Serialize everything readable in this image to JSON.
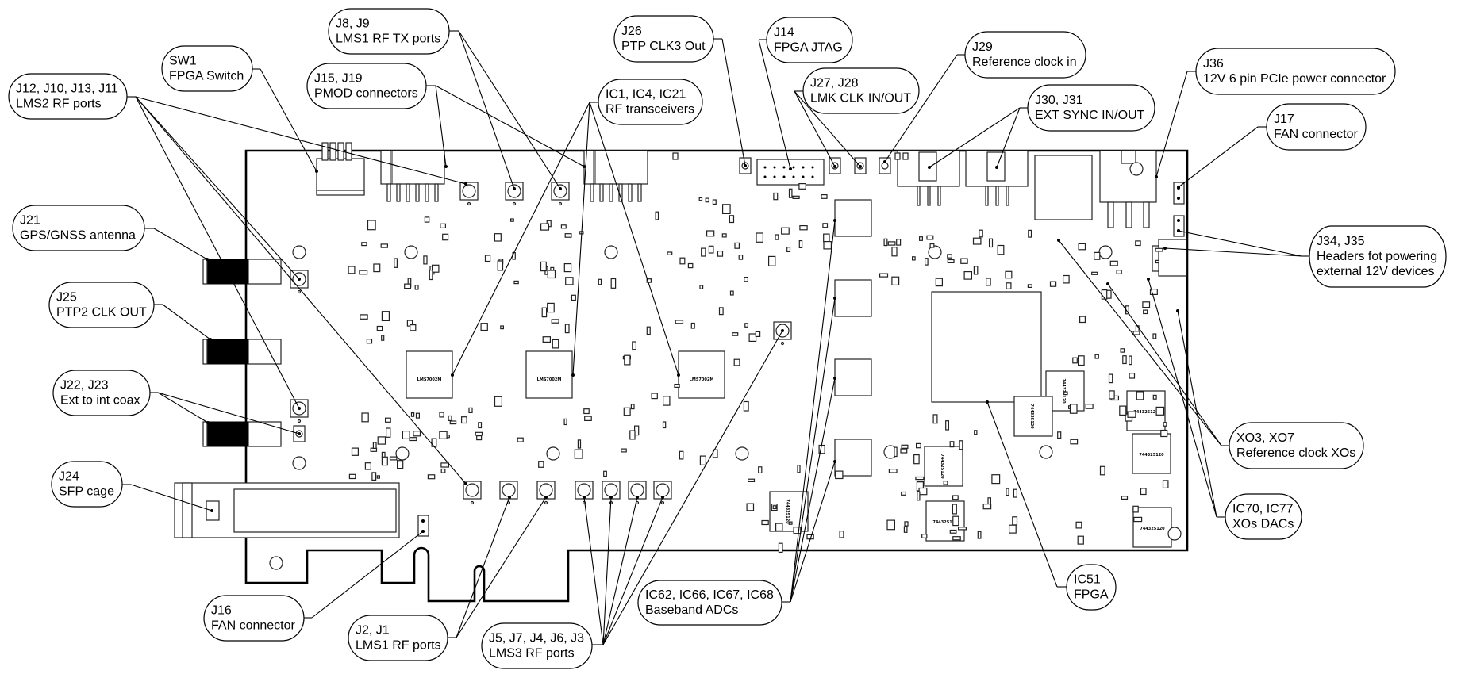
{
  "diagram": {
    "chip_marking_transceiver": "LMS7002M",
    "chip_marking_inductor": "744325120",
    "callouts": [
      {
        "id": "j8-j9",
        "line1": "J8, J9",
        "line2": "LMS1 RF TX ports"
      },
      {
        "id": "sw1",
        "line1": "SW1",
        "line2": "FPGA Switch"
      },
      {
        "id": "j15-j19",
        "line1": "J15, J19",
        "line2": "PMOD connectors"
      },
      {
        "id": "ic1-ic4-ic21",
        "line1": "IC1, IC4, IC21",
        "line2": "RF transceivers"
      },
      {
        "id": "j26",
        "line1": "J26",
        "line2": "PTP CLK3 Out"
      },
      {
        "id": "j14",
        "line1": "J14",
        "line2": "FPGA JTAG"
      },
      {
        "id": "j27-j28",
        "line1": "J27, J28",
        "line2": "LMK CLK IN/OUT"
      },
      {
        "id": "j29",
        "line1": "J29",
        "line2": "Reference clock in"
      },
      {
        "id": "j30-j31",
        "line1": "J30, J31",
        "line2": "EXT SYNC IN/OUT"
      },
      {
        "id": "j36",
        "line1": "J36",
        "line2": "12V 6 pin PCIe power connector"
      },
      {
        "id": "j17",
        "line1": "J17",
        "line2": "FAN connector"
      },
      {
        "id": "j34-j35",
        "line1": "J34, J35",
        "line2": "Headers fot powering",
        "line3": "external 12V devices"
      },
      {
        "id": "xo3-xo7",
        "line1": "XO3, XO7",
        "line2": "Reference clock XOs"
      },
      {
        "id": "ic70-ic77",
        "line1": "IC70, IC77",
        "line2": "XOs DACs"
      },
      {
        "id": "ic51",
        "line1": "IC51",
        "line2": "FPGA"
      },
      {
        "id": "ic62-ic68",
        "line1": "IC62, IC66, IC67, IC68",
        "line2": "Baseband ADCs"
      },
      {
        "id": "j5-j3",
        "line1": "J5, J7, J4, J6, J3",
        "line2": "LMS3 RF ports"
      },
      {
        "id": "j2-j1",
        "line1": "J2, J1",
        "line2": "LMS1 RF ports"
      },
      {
        "id": "j16",
        "line1": "J16",
        "line2": "FAN connector"
      },
      {
        "id": "j24",
        "line1": "J24",
        "line2": "SFP cage"
      },
      {
        "id": "j22-j23",
        "line1": "J22, J23",
        "line2": "Ext to int coax"
      },
      {
        "id": "j25",
        "line1": "J25",
        "line2": "PTP2 CLK OUT"
      },
      {
        "id": "j21",
        "line1": "J21",
        "line2": "GPS/GNSS antenna"
      },
      {
        "id": "j12-j11",
        "line1": "J12, J10, J13, J11",
        "line2": "LMS2 RF ports"
      }
    ]
  }
}
